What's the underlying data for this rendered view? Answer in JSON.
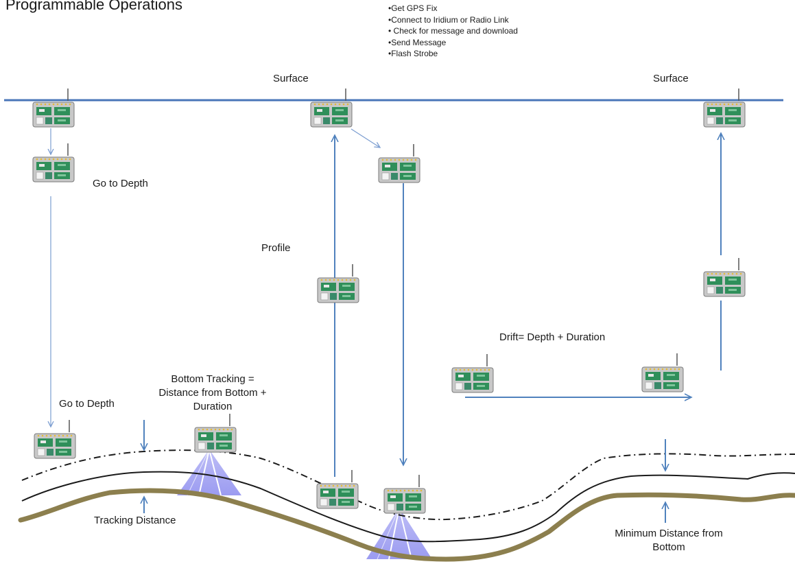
{
  "title": "Programmable Operations",
  "surface_tasks": [
    "•Get GPS Fix",
    "•Connect to Iridium or Radio Link",
    "• Check for message and download",
    "•Send Message",
    "•Flash Strobe"
  ],
  "labels": {
    "surface_left": "Surface",
    "surface_right": "Surface",
    "go_to_depth_top": "Go to Depth",
    "go_to_depth_bottom": "Go to Depth",
    "profile": "Profile",
    "drift": "Drift= Depth + Duration",
    "bottom_tracking_line1": "Bottom Tracking =",
    "bottom_tracking_line2": "Distance from Bottom +",
    "bottom_tracking_line3": "Duration",
    "tracking_distance": "Tracking Distance",
    "min_distance_line1": "Minimum Distance from",
    "min_distance_line2": "Bottom"
  },
  "colors": {
    "surface_line": "#4a76b8",
    "arrow": "#4f81bd",
    "seafloor": "#8c7f4e",
    "sonar_beam": "#9c9cf0",
    "device_case": "#c8c8c8",
    "board": "#2f8f5a"
  },
  "icons": [
    "float-device-icon",
    "sonar-beam-icon",
    "antenna-icon"
  ]
}
